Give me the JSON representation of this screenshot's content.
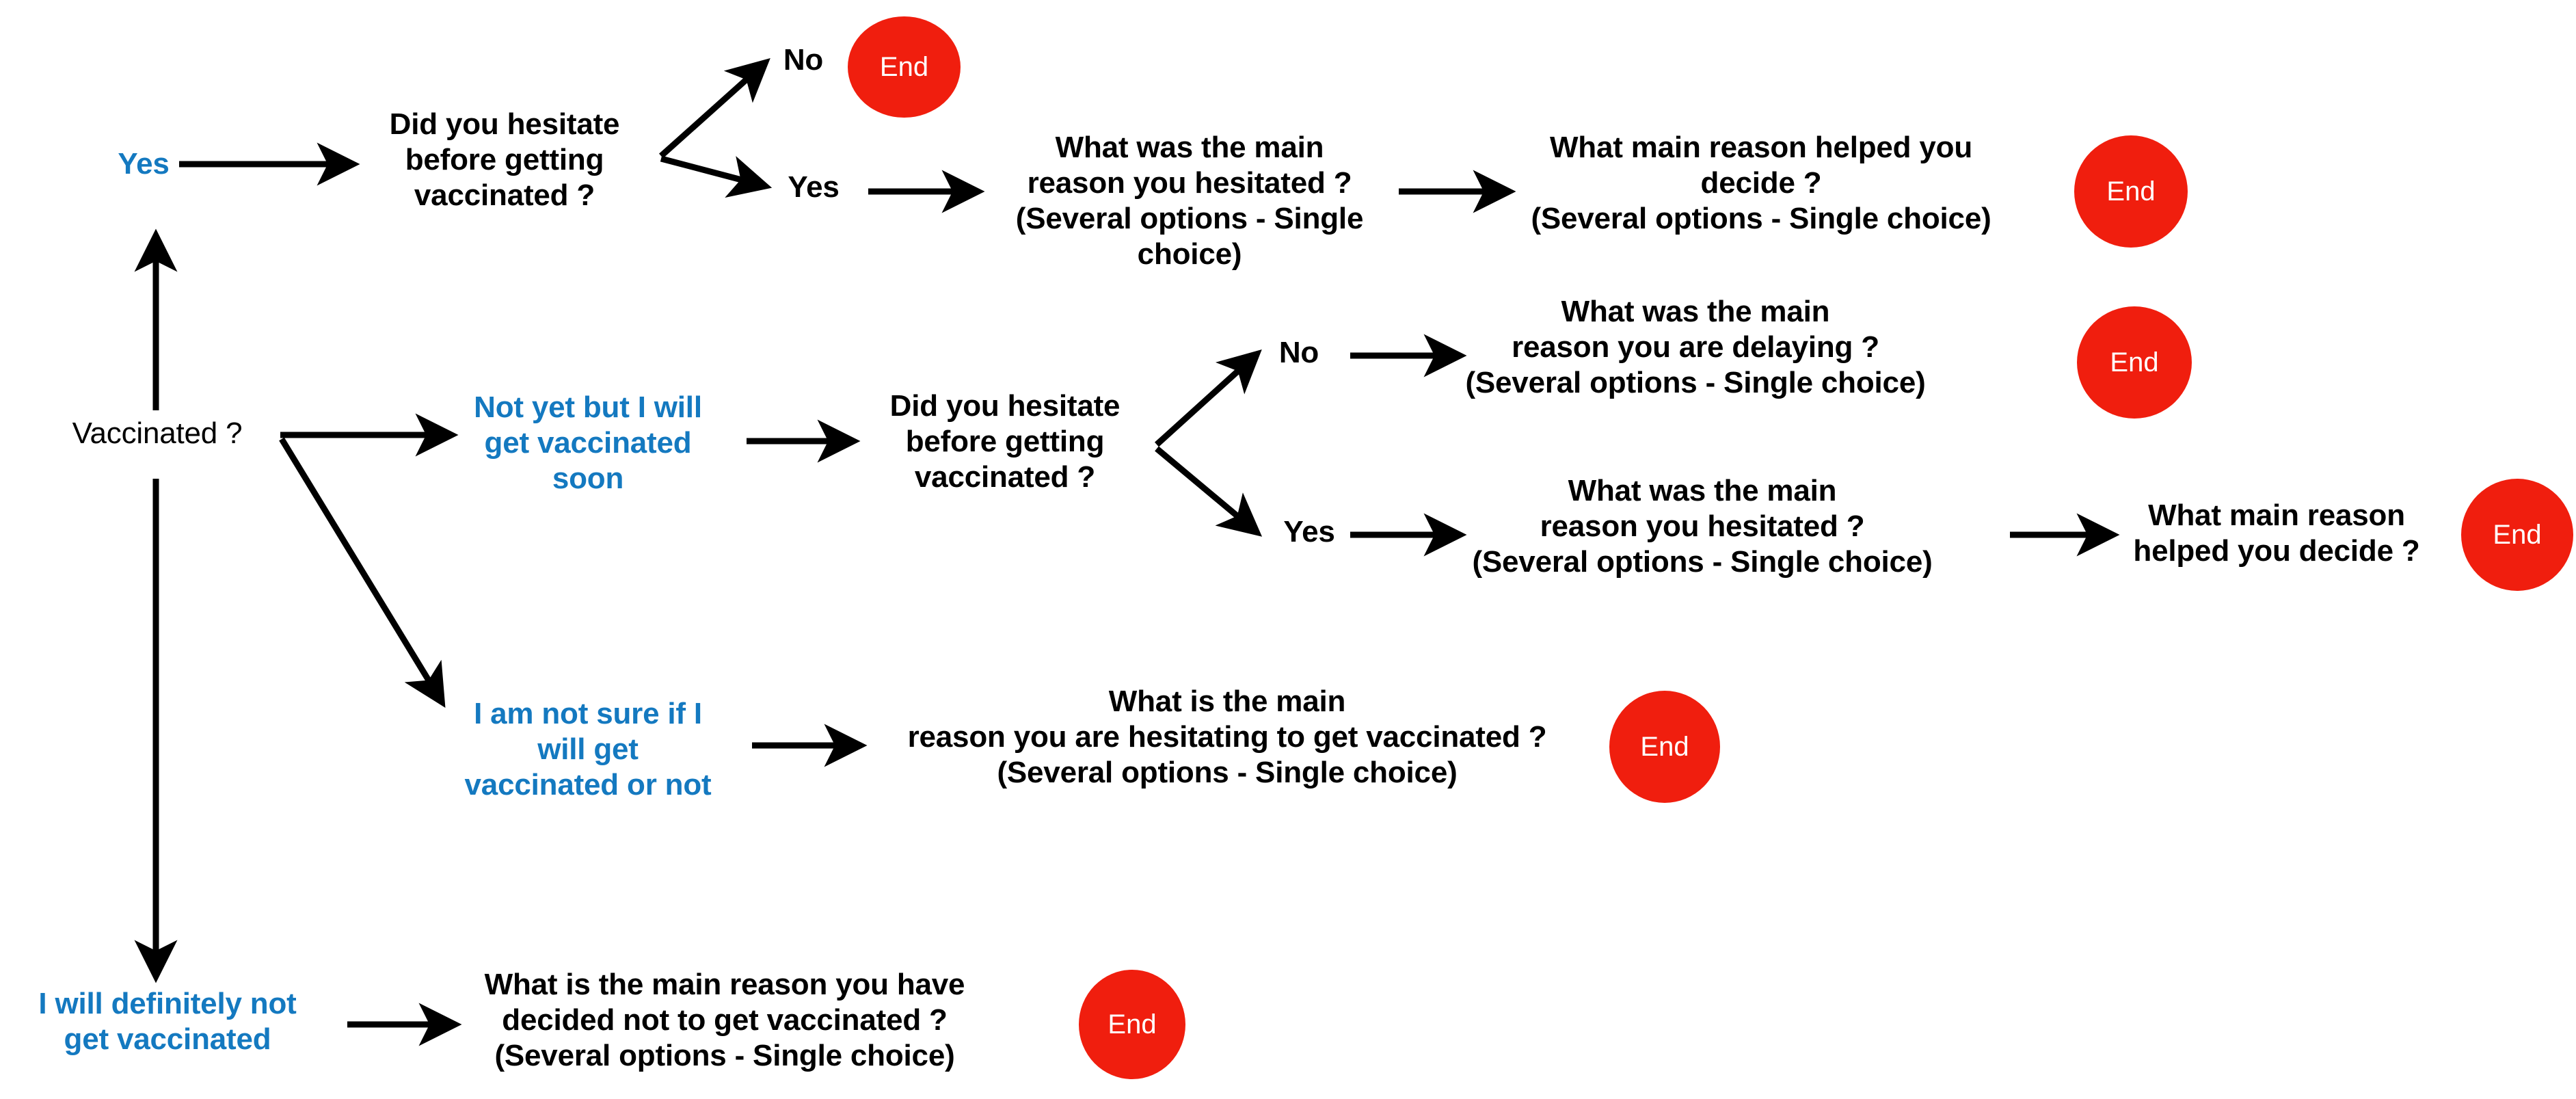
{
  "diagram": {
    "title": "Vaccination survey decision flowchart",
    "colors": {
      "answer_blue": "#1479C0",
      "end_red": "#F01E0E",
      "text_black": "#000000",
      "background": "#FFFFFF"
    },
    "end_label": "End",
    "root": {
      "label": "Vaccinated ?"
    },
    "branches": {
      "yes": "Yes",
      "not_yet": "Not yet but I will\nget vaccinated\nsoon",
      "not_sure": "I am not sure if I\nwill get\nvaccinated or not",
      "definitely_not": "I will definitely not\nget vaccinated"
    },
    "questions": {
      "hesitate_top": "Did you hesitate\nbefore getting\nvaccinated ?",
      "hesitate_mid": "Did you hesitate\nbefore getting\nvaccinated ?",
      "main_reason_hesitated_top": "What was the main\nreason you hesitated ?\n(Several options - Single choice)",
      "main_reason_helped_decide_top": "What main reason helped you\ndecide ?\n(Several options - Single choice)",
      "main_reason_delaying": "What was the main\nreason you are delaying ?\n(Several options - Single choice)",
      "main_reason_hesitated_mid": "What was the main\nreason you hesitated ?\n(Several options - Single choice)",
      "main_reason_helped_decide_mid": "What main reason\nhelped you decide ?",
      "main_reason_hesitating": "What is the main\nreason you are hesitating to get vaccinated ?\n(Several options - Single choice)",
      "main_reason_decided_not": "What is the main reason you have\ndecided not to get vaccinated ?\n(Several options - Single choice)"
    },
    "decision_labels": {
      "top_no": "No",
      "top_yes": "Yes",
      "mid_no": "No",
      "mid_yes": "Yes"
    },
    "end_nodes": [
      {
        "id": "end-top-no",
        "label": "End"
      },
      {
        "id": "end-top-decide",
        "label": "End"
      },
      {
        "id": "end-mid-delaying",
        "label": "End"
      },
      {
        "id": "end-mid-decide",
        "label": "End"
      },
      {
        "id": "end-not-sure",
        "label": "End"
      },
      {
        "id": "end-definitely-not",
        "label": "End"
      }
    ]
  }
}
